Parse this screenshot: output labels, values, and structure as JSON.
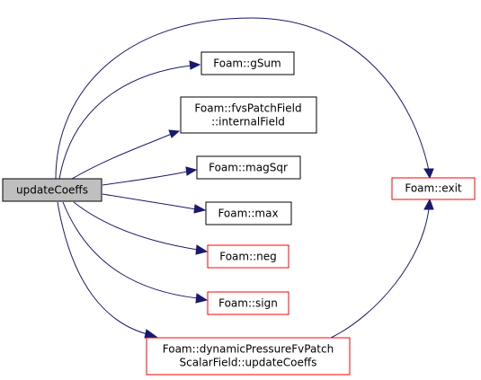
{
  "graph": {
    "root": {
      "label": "updateCoeffs"
    },
    "callees": [
      {
        "id": "gsum",
        "lines": [
          "Foam::gSum"
        ],
        "color": "#000000"
      },
      {
        "id": "internalfield",
        "lines": [
          "Foam::fvsPatchField",
          "::internalField"
        ],
        "color": "#000000"
      },
      {
        "id": "magsqr",
        "lines": [
          "Foam::magSqr"
        ],
        "color": "#000000"
      },
      {
        "id": "max",
        "lines": [
          "Foam::max"
        ],
        "color": "#000000"
      },
      {
        "id": "neg",
        "lines": [
          "Foam::neg"
        ],
        "color": "#ff0000"
      },
      {
        "id": "sign",
        "lines": [
          "Foam::sign"
        ],
        "color": "#ff0000"
      },
      {
        "id": "dynamic",
        "lines": [
          "Foam::dynamicPressureFvPatch",
          "ScalarField::updateCoeffs"
        ],
        "color": "#ff0000"
      },
      {
        "id": "exit",
        "lines": [
          "Foam::exit"
        ],
        "color": "#ff0000"
      }
    ],
    "edge_color": "#191970"
  }
}
